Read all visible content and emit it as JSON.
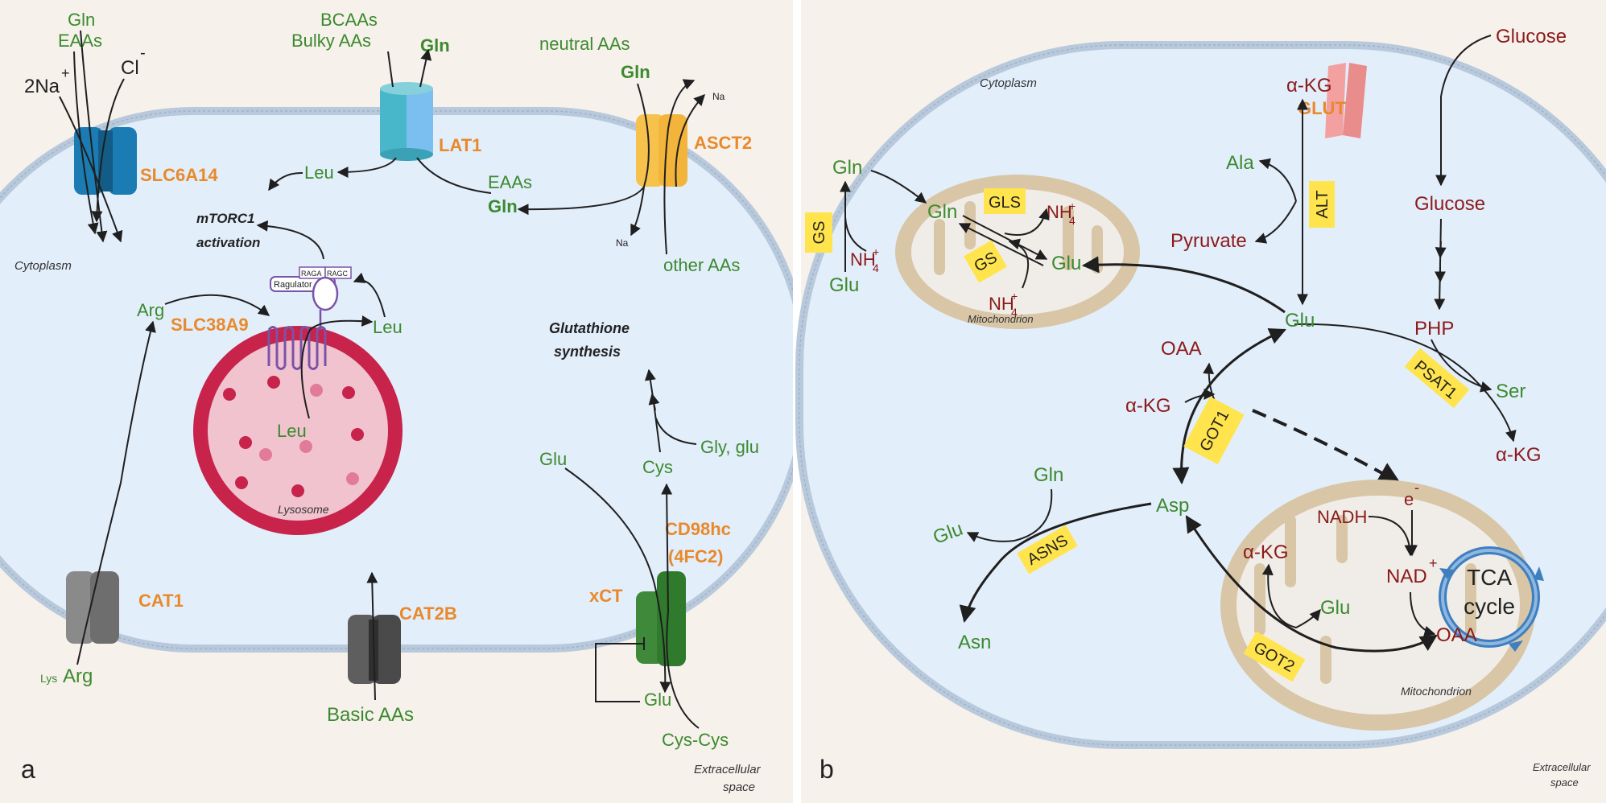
{
  "colors": {
    "background": "#f7f1ec",
    "cytoplasm": "#e3eefb",
    "membrane": "#b9c9dc",
    "amino_acid": "#3b8a2e",
    "metabolite": "#8b1a1a",
    "transporter_label": "#e8892b",
    "enzyme_tag": "#ffe44d",
    "lysosome": "#c7234b",
    "mitochondrion": "#d8c6a6",
    "tca_arrow": "#3f7fbf"
  },
  "panel_a": {
    "panel_label": "a",
    "cytoplasm_label": "Cytoplasm",
    "extracellular_label_1": "Extracellular",
    "extracellular_label_2": "space",
    "lysosome_label": "Lysosome",
    "mtorc1_line1": "mTORC1",
    "mtorc1_line2": "activation",
    "glutathione_line1": "Glutathione",
    "glutathione_line2": "synthesis",
    "ragulator": "Ragulator",
    "raga": "RAGA",
    "ragc": "RAGC",
    "transporters": {
      "slc6a14": "SLC6A14",
      "lat1": "LAT1",
      "asct2": "ASCT2",
      "slc38a9": "SLC38A9",
      "cat1": "CAT1",
      "cat2b": "CAT2B",
      "xct": "xCT",
      "cd98hc_1": "CD98hc",
      "cd98hc_2": "(4FC2)"
    },
    "substrates": {
      "gln_top": "Gln",
      "eaas_top": "EAAs",
      "two_na": "2Na",
      "plus": "+",
      "cl": "Cl",
      "minus": "-",
      "bcaas": "BCAAs",
      "bulky_aas": "Bulky AAs",
      "gln_lat1": "Gln",
      "neutral_aas": "neutral AAs",
      "gln_asct2": "Gln",
      "na_1": "Na",
      "na_2": "Na",
      "leu_cyto": "Leu",
      "eaas_cyto": "EAAs",
      "gln_cyto": "Gln",
      "other_aas": "other AAs",
      "arg_cyto": "Arg",
      "leu_lyso_out": "Leu",
      "leu_lyso_in": "Leu",
      "glu_cyto": "Glu",
      "cys": "Cys",
      "gly_glu": "Gly, glu",
      "lys": "Lys",
      "arg_out": "Arg",
      "basic_aas": "Basic AAs",
      "glu_out": "Glu",
      "cys_cys": "Cys-Cys"
    }
  },
  "panel_b": {
    "panel_label": "b",
    "cytoplasm_label": "Cytoplasm",
    "extracellular_label_1": "Extracellular",
    "extracellular_label_2": "space",
    "mito1_label": "Mitochondrion",
    "mito2_label": "Mitochondrion",
    "tca_1": "TCA",
    "tca_2": "cycle",
    "transporter": "GLUT",
    "enzymes": {
      "gs_left": "GS",
      "gls": "GLS",
      "gs_mito": "GS",
      "alt": "ALT",
      "psat1": "PSAT1",
      "got1": "GOT1",
      "asns": "ASNS",
      "got2": "GOT2"
    },
    "metabolites": {
      "glucose_out": "Glucose",
      "glucose_in": "Glucose",
      "php": "PHP",
      "ser": "Ser",
      "akg_psat1": "α-KG",
      "akg_top": "α-KG",
      "ala": "Ala",
      "pyruvate": "Pyruvate",
      "glu_center": "Glu",
      "gln_left": "Gln",
      "glu_left": "Glu",
      "nh4_left": "NH",
      "gln_mito": "Gln",
      "nh4_mito": "NH",
      "glu_mito": "Glu",
      "nh4_mito2": "NH",
      "sub4": "4",
      "plus": "+",
      "oaa_cyto": "OAA",
      "akg_cyto": "α-KG",
      "asp": "Asp",
      "gln_asns": "Gln",
      "glu_asns": "Glu",
      "asn": "Asn",
      "e_minus": "e",
      "minus": "-",
      "nadh": "NADH",
      "nad": "NAD",
      "akg_mito2": "α-KG",
      "glu_mito2": "Glu",
      "oaa_mito2": "OAA"
    }
  }
}
